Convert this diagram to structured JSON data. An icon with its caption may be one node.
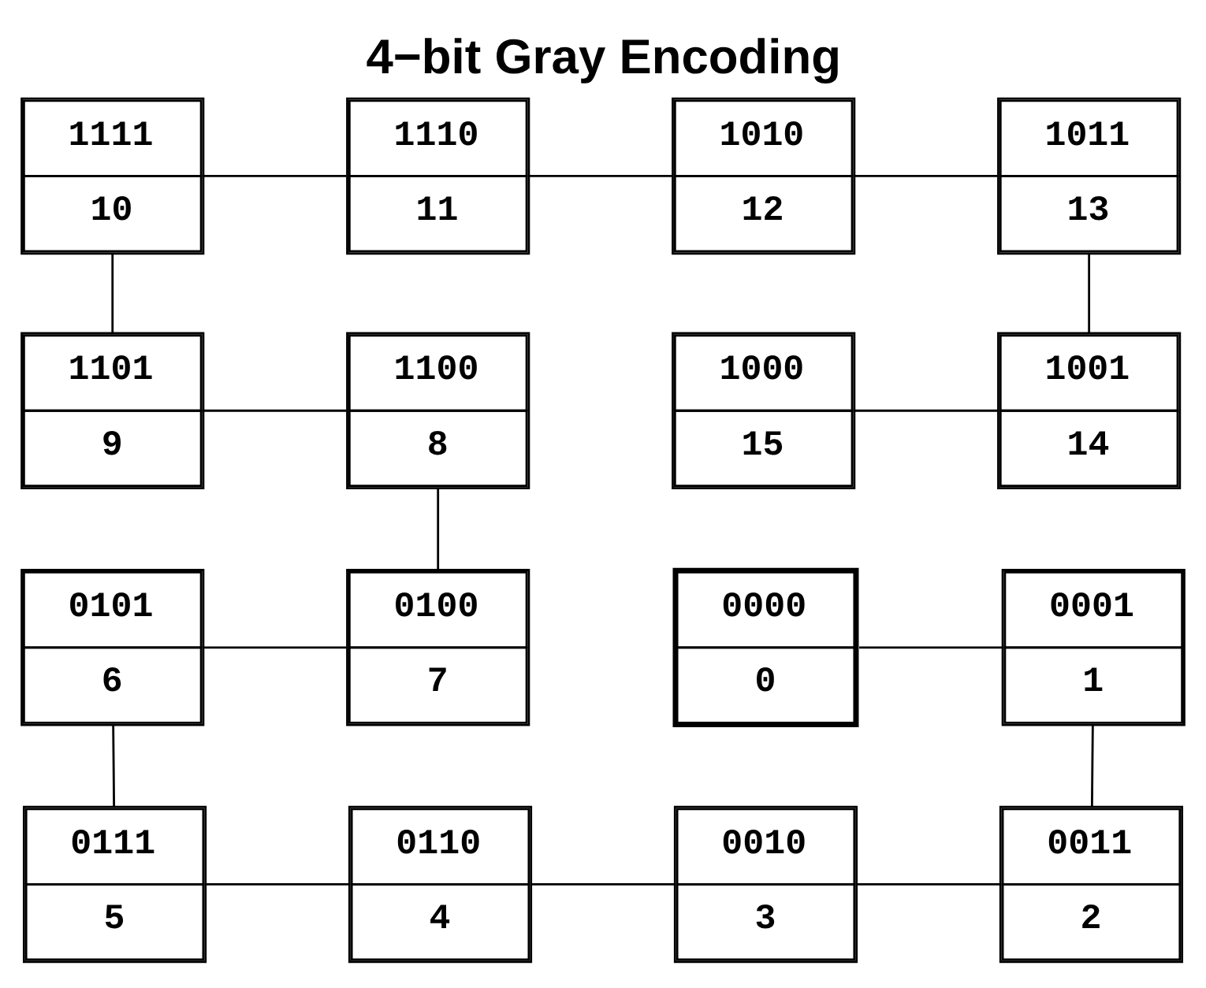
{
  "diagram": {
    "title": "4−bit Gray Encoding",
    "nodes": [
      {
        "text": [
          "1111",
          "10"
        ]
      },
      {
        "text": [
          "1110",
          "11"
        ]
      },
      {
        "text": [
          "1010",
          "12"
        ]
      },
      {
        "text": [
          "1011",
          "13"
        ]
      },
      {
        "text": [
          "1101",
          "9"
        ]
      },
      {
        "text": [
          "1100",
          "8"
        ]
      },
      {
        "text": [
          "1000",
          "15"
        ]
      },
      {
        "text": [
          "1001",
          "14"
        ]
      },
      {
        "text": [
          "0101",
          "6"
        ]
      },
      {
        "text": [
          "0100",
          "7"
        ]
      },
      {
        "text": [
          "0000",
          "0"
        ]
      },
      {
        "text": [
          "0001",
          "1"
        ]
      },
      {
        "text": [
          "0111",
          "5"
        ]
      },
      {
        "text": [
          "0110",
          "4"
        ]
      },
      {
        "text": [
          "0010",
          "3"
        ]
      },
      {
        "text": [
          "0011",
          "2"
        ]
      }
    ],
    "edges": [
      {
        "from": 10,
        "to": 11,
        "arrow": "none"
      },
      {
        "from": 11,
        "to": 15,
        "arrow": "none"
      },
      {
        "from": 15,
        "to": 14,
        "arrow": "none"
      },
      {
        "from": 14,
        "to": 13,
        "arrow": "none"
      },
      {
        "from": 13,
        "to": 12,
        "arrow": "none"
      },
      {
        "from": 12,
        "to": 8,
        "arrow": "none"
      },
      {
        "from": 8,
        "to": 9,
        "arrow": "none"
      },
      {
        "from": 9,
        "to": 5,
        "arrow": "none"
      },
      {
        "from": 5,
        "to": 4,
        "arrow": "none"
      },
      {
        "from": 4,
        "to": 0,
        "arrow": "none"
      },
      {
        "from": 0,
        "to": 1,
        "arrow": "none"
      },
      {
        "from": 1,
        "to": 2,
        "arrow": "none"
      },
      {
        "from": 2,
        "to": 3,
        "arrow": "none"
      },
      {
        "from": 3,
        "to": 7,
        "arrow": "none"
      },
      {
        "from": 7,
        "to": 6,
        "arrow": "none"
      }
    ]
  }
}
